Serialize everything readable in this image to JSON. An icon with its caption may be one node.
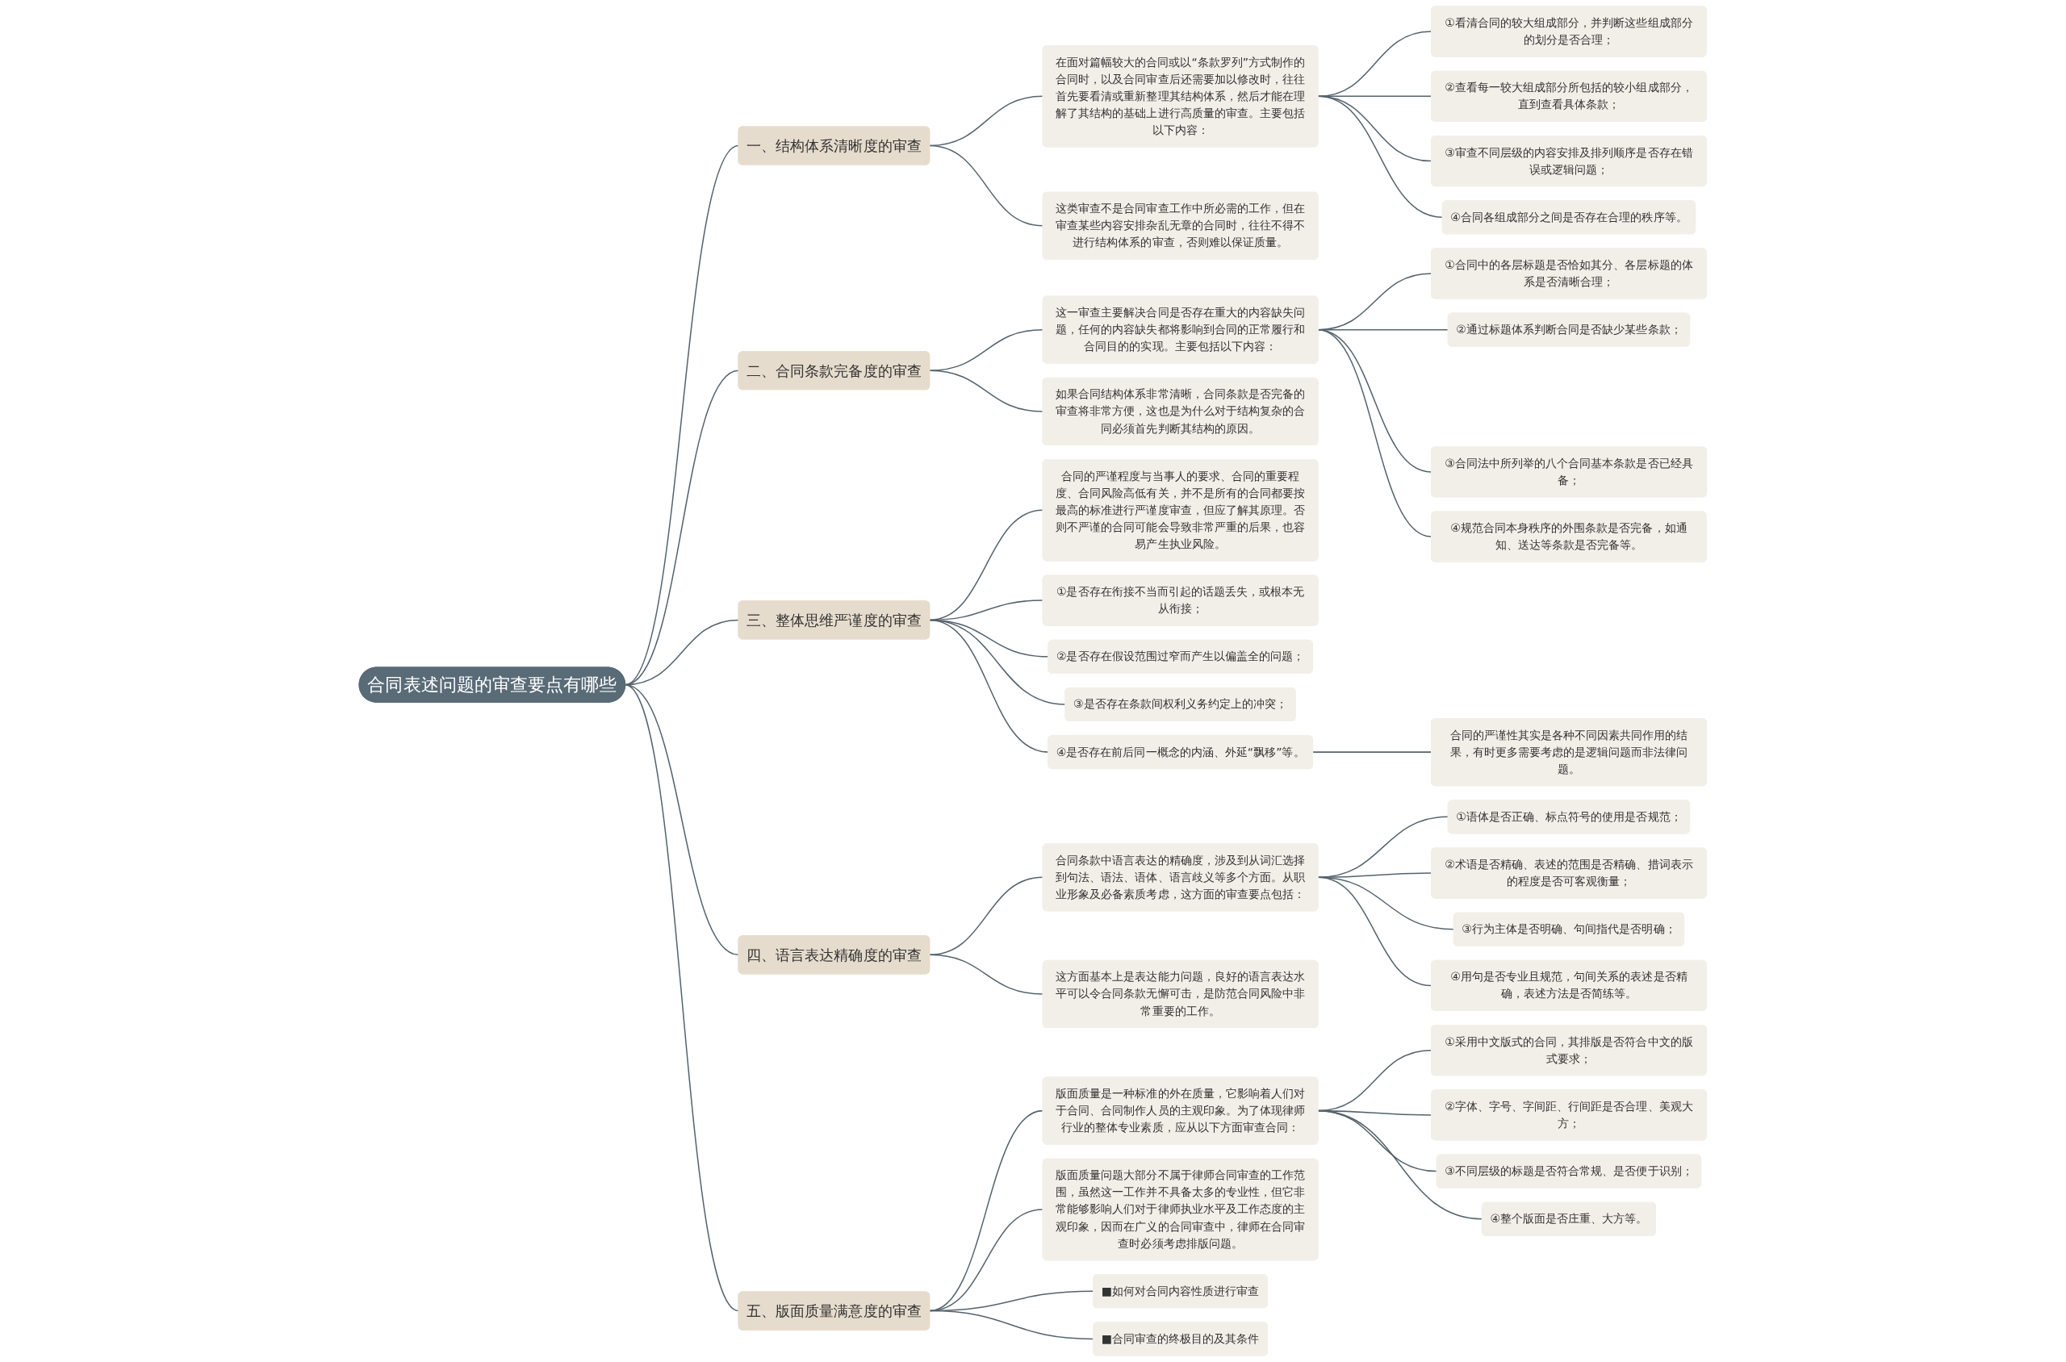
{
  "diagram": {
    "nodes": [
      {
        "text": [
          "合同表述问题的审查要点有哪些"
        ]
      },
      {
        "text": [
          "一、结构体系清晰度的审查"
        ]
      },
      {
        "text": [
          "在面对篇幅较大的合同或以“条款罗列”方式制作的合同时，以及合同审查后还需要加以修改时，往往首先要看清或重新整理其结构体系，然后才能在理解了其结构的基础上进行高质量的审查。主要包括以下内容："
        ]
      },
      {
        "text": [
          "①看清合同的较大组成部分，并判断这些组成部分的划分是否合理；"
        ]
      },
      {
        "text": [
          "②查看每一较大组成部分所包括的较小组成部分，直到查看具体条款；"
        ]
      },
      {
        "text": [
          "③审查不同层级的内容安排及排列顺序是否存在错误或逻辑问题；"
        ]
      },
      {
        "text": [
          "④合同各组成部分之间是否存在合理的秩序等。"
        ]
      },
      {
        "text": [
          "这类审查不是合同审查工作中所必需的工作，但在审查某些内容安排杂乱无章的合同时，往往不得不进行结构体系的审查，否则难以保证质量。"
        ]
      },
      {
        "text": [
          "二、合同条款完备度的审查"
        ]
      },
      {
        "text": [
          "这一审查主要解决合同是否存在重大的内容缺失问题，任何的内容缺失都将影响到合同的正常履行和合同目的的实现。主要包括以下内容："
        ]
      },
      {
        "text": [
          "①合同中的各层标题是否恰如其分、各层标题的体系是否清晰合理；"
        ]
      },
      {
        "text": [
          "②通过标题体系判断合同是否缺少某些条款；"
        ]
      },
      {
        "text": [
          "③合同法中所列举的八个合同基本条款是否已经具备；"
        ]
      },
      {
        "text": [
          "④规范合同本身秩序的外围条款是否完备，如通知、送达等条款是否完备等。"
        ]
      },
      {
        "text": [
          "如果合同结构体系非常清晰，合同条款是否完备的审查将非常方便，这也是为什么对于结构复杂的合同必须首先判断其结构的原因。"
        ]
      },
      {
        "text": [
          "三、整体思维严谨度的审查"
        ]
      },
      {
        "text": [
          "合同的严谨程度与当事人的要求、合同的重要程度、合同风险高低有关，并不是所有的合同都要按最高的标准进行严谨度审查，但应了解其原理。否则不严谨的合同可能会导致非常严重的后果，也容易产生执业风险。"
        ]
      },
      {
        "text": [
          "①是否存在衔接不当而引起的话题丢失，或根本无从衔接；"
        ]
      },
      {
        "text": [
          "②是否存在假设范围过窄而产生以偏盖全的问题；"
        ]
      },
      {
        "text": [
          "③是否存在条款间权利义务约定上的冲突；"
        ]
      },
      {
        "text": [
          "④是否存在前后同一概念的内涵、外延“飘移”等。"
        ]
      },
      {
        "text": [
          "合同的严谨性其实是各种不同因素共同作用的结果，有时更多需要考虑的是逻辑问题而非法律问题。"
        ]
      },
      {
        "text": [
          "四、语言表达精确度的审查"
        ]
      },
      {
        "text": [
          "合同条款中语言表达的精确度，涉及到从词汇选择到句法、语法、语体、语言歧义等多个方面。从职业形象及必备素质考虑，这方面的审查要点包括："
        ]
      },
      {
        "text": [
          "①语体是否正确、标点符号的使用是否规范；"
        ]
      },
      {
        "text": [
          "②术语是否精确、表述的范围是否精确、措词表示的程度是否可客观衡量；"
        ]
      },
      {
        "text": [
          "③行为主体是否明确、句间指代是否明确；"
        ]
      },
      {
        "text": [
          "④用句是否专业且规范，句间关系的表述是否精确，表述方法是否简练等。"
        ]
      },
      {
        "text": [
          "这方面基本上是表达能力问题，良好的语言表达水平可以令合同条款无懈可击，是防范合同风险中非常重要的工作。"
        ]
      },
      {
        "text": [
          "五、版面质量满意度的审查"
        ]
      },
      {
        "text": [
          "版面质量是一种标准的外在质量，它影响着人们对于合同、合同制作人员的主观印象。为了体现律师行业的整体专业素质，应从以下方面审查合同："
        ]
      },
      {
        "text": [
          "①采用中文版式的合同，其排版是否符合中文的版式要求；"
        ]
      },
      {
        "text": [
          "②字体、字号、字间距、行间距是否合理、美观大方；"
        ]
      },
      {
        "text": [
          "③不同层级的标题是否符合常规、是否便于识别；"
        ]
      },
      {
        "text": [
          "④整个版面是否庄重、大方等。"
        ]
      },
      {
        "text": [
          "版面质量问题大部分不属于律师合同审查的工作范围，虽然这一工作并不具备太多的专业性，但它非常能够影响人们对于律师执业水平及工作态度的主观印象，因而在广义的合同审查中，律师在合同审查时必须考虑排版问题。"
        ]
      },
      {
        "text": [
          "■如何对合同内容性质进行审查"
        ]
      },
      {
        "text": [
          "■合同审查的终极目的及其条件"
        ]
      }
    ],
    "edges": [
      {
        "from": 0,
        "to": 1,
        "arrow": "none"
      },
      {
        "from": 1,
        "to": 2,
        "arrow": "none"
      },
      {
        "from": 2,
        "to": 3,
        "arrow": "none"
      },
      {
        "from": 2,
        "to": 4,
        "arrow": "none"
      },
      {
        "from": 2,
        "to": 5,
        "arrow": "none"
      },
      {
        "from": 2,
        "to": 6,
        "arrow": "none"
      },
      {
        "from": 1,
        "to": 7,
        "arrow": "none"
      },
      {
        "from": 0,
        "to": 8,
        "arrow": "none"
      },
      {
        "from": 8,
        "to": 9,
        "arrow": "none"
      },
      {
        "from": 9,
        "to": 10,
        "arrow": "none"
      },
      {
        "from": 9,
        "to": 11,
        "arrow": "none"
      },
      {
        "from": 9,
        "to": 12,
        "arrow": "none"
      },
      {
        "from": 9,
        "to": 13,
        "arrow": "none"
      },
      {
        "from": 8,
        "to": 14,
        "arrow": "none"
      },
      {
        "from": 0,
        "to": 15,
        "arrow": "none"
      },
      {
        "from": 15,
        "to": 16,
        "arrow": "none"
      },
      {
        "from": 15,
        "to": 17,
        "arrow": "none"
      },
      {
        "from": 15,
        "to": 18,
        "arrow": "none"
      },
      {
        "from": 15,
        "to": 19,
        "arrow": "none"
      },
      {
        "from": 15,
        "to": 20,
        "arrow": "none"
      },
      {
        "from": 20,
        "to": 21,
        "arrow": "none"
      },
      {
        "from": 0,
        "to": 22,
        "arrow": "none"
      },
      {
        "from": 22,
        "to": 23,
        "arrow": "none"
      },
      {
        "from": 23,
        "to": 24,
        "arrow": "none"
      },
      {
        "from": 23,
        "to": 25,
        "arrow": "none"
      },
      {
        "from": 23,
        "to": 26,
        "arrow": "none"
      },
      {
        "from": 23,
        "to": 27,
        "arrow": "none"
      },
      {
        "from": 22,
        "to": 28,
        "arrow": "none"
      },
      {
        "from": 0,
        "to": 29,
        "arrow": "none"
      },
      {
        "from": 29,
        "to": 30,
        "arrow": "none"
      },
      {
        "from": 30,
        "to": 31,
        "arrow": "none"
      },
      {
        "from": 30,
        "to": 32,
        "arrow": "none"
      },
      {
        "from": 30,
        "to": 33,
        "arrow": "none"
      },
      {
        "from": 30,
        "to": 34,
        "arrow": "none"
      },
      {
        "from": 29,
        "to": 35,
        "arrow": "none"
      },
      {
        "from": 29,
        "to": 36,
        "arrow": "none"
      },
      {
        "from": 29,
        "to": 37,
        "arrow": "none"
      }
    ]
  }
}
